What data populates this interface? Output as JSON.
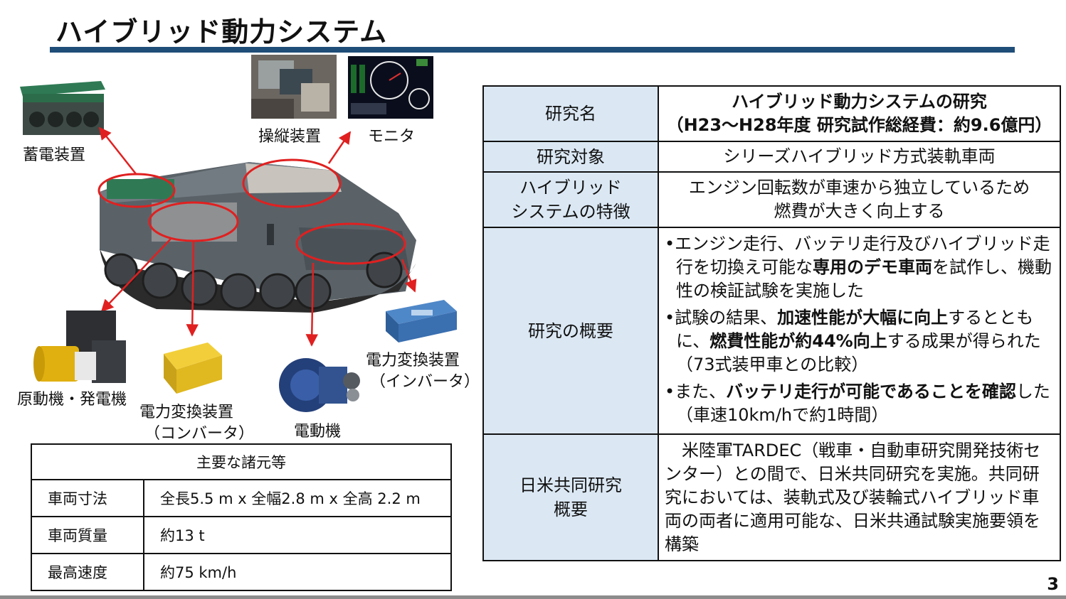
{
  "title": "ハイブリッド動力システム",
  "page_number": "3",
  "colors": {
    "accent_rule": "#1f4e79",
    "table_key_bg": "#dbe8f4",
    "callout": "#e02020"
  },
  "captions": {
    "battery": "蓄電装置",
    "control": "操縦装置",
    "monitor": "モニタ",
    "engine": "原動機・発電機",
    "converter_1": "電力変換装置",
    "converter_2": "（コンバータ）",
    "motor": "電動機",
    "inverter_1": "電力変換装置",
    "inverter_2": "（インバータ）"
  },
  "specs": {
    "header": "主要な諸元等",
    "rows": [
      {
        "label": "車両寸法",
        "value": "全長5.5 m x 全幅2.8 m x 全高 2.2 m"
      },
      {
        "label": "車両質量",
        "value": "約13 t"
      },
      {
        "label": "最高速度",
        "value": "約75 km/h"
      }
    ]
  },
  "research": {
    "name_label": "研究名",
    "name_value_1": "ハイブリッド動力システムの研究",
    "name_value_2": "（H23～H28年度 研究試作総経費：約9.6億円）",
    "target_label": "研究対象",
    "target_value": "シリーズハイブリッド方式装軌車両",
    "feature_label_1": "ハイブリッド",
    "feature_label_2": "システムの特徴",
    "feature_value_1": "エンジン回転数が車速から独立しているため",
    "feature_value_2": "燃費が大きく向上する",
    "summary_label": "研究の概要",
    "summary": {
      "b1_a": "•エンジン走行、バッテリ走行及びハイブリッド走行を切換え可能な",
      "b1_b": "専用のデモ車両",
      "b1_c": "を試作し、機動性の検証試験を実施した",
      "b2_a": "•試験の結果、",
      "b2_b": "加速性能が大幅に向上",
      "b2_c": "するとともに、",
      "b2_d": "燃費性能が約44%向上",
      "b2_e": "する成果が得られた（73式装甲車との比較）",
      "b3_a": "•また、",
      "b3_b": "バッテリ走行が可能であることを確認",
      "b3_c": "した（車速10km/hで約1時間）"
    },
    "joint_label_1": "日米共同研究",
    "joint_label_2": "概要",
    "joint_value": "　米陸軍TARDEC（戦車・自動車研究開発技術センター）との間で、日米共同研究を実施。共同研究においては、装軌式及び装輪式ハイブリッド車両の両者に適用可能な、日米共通試験実施要領を構築"
  }
}
